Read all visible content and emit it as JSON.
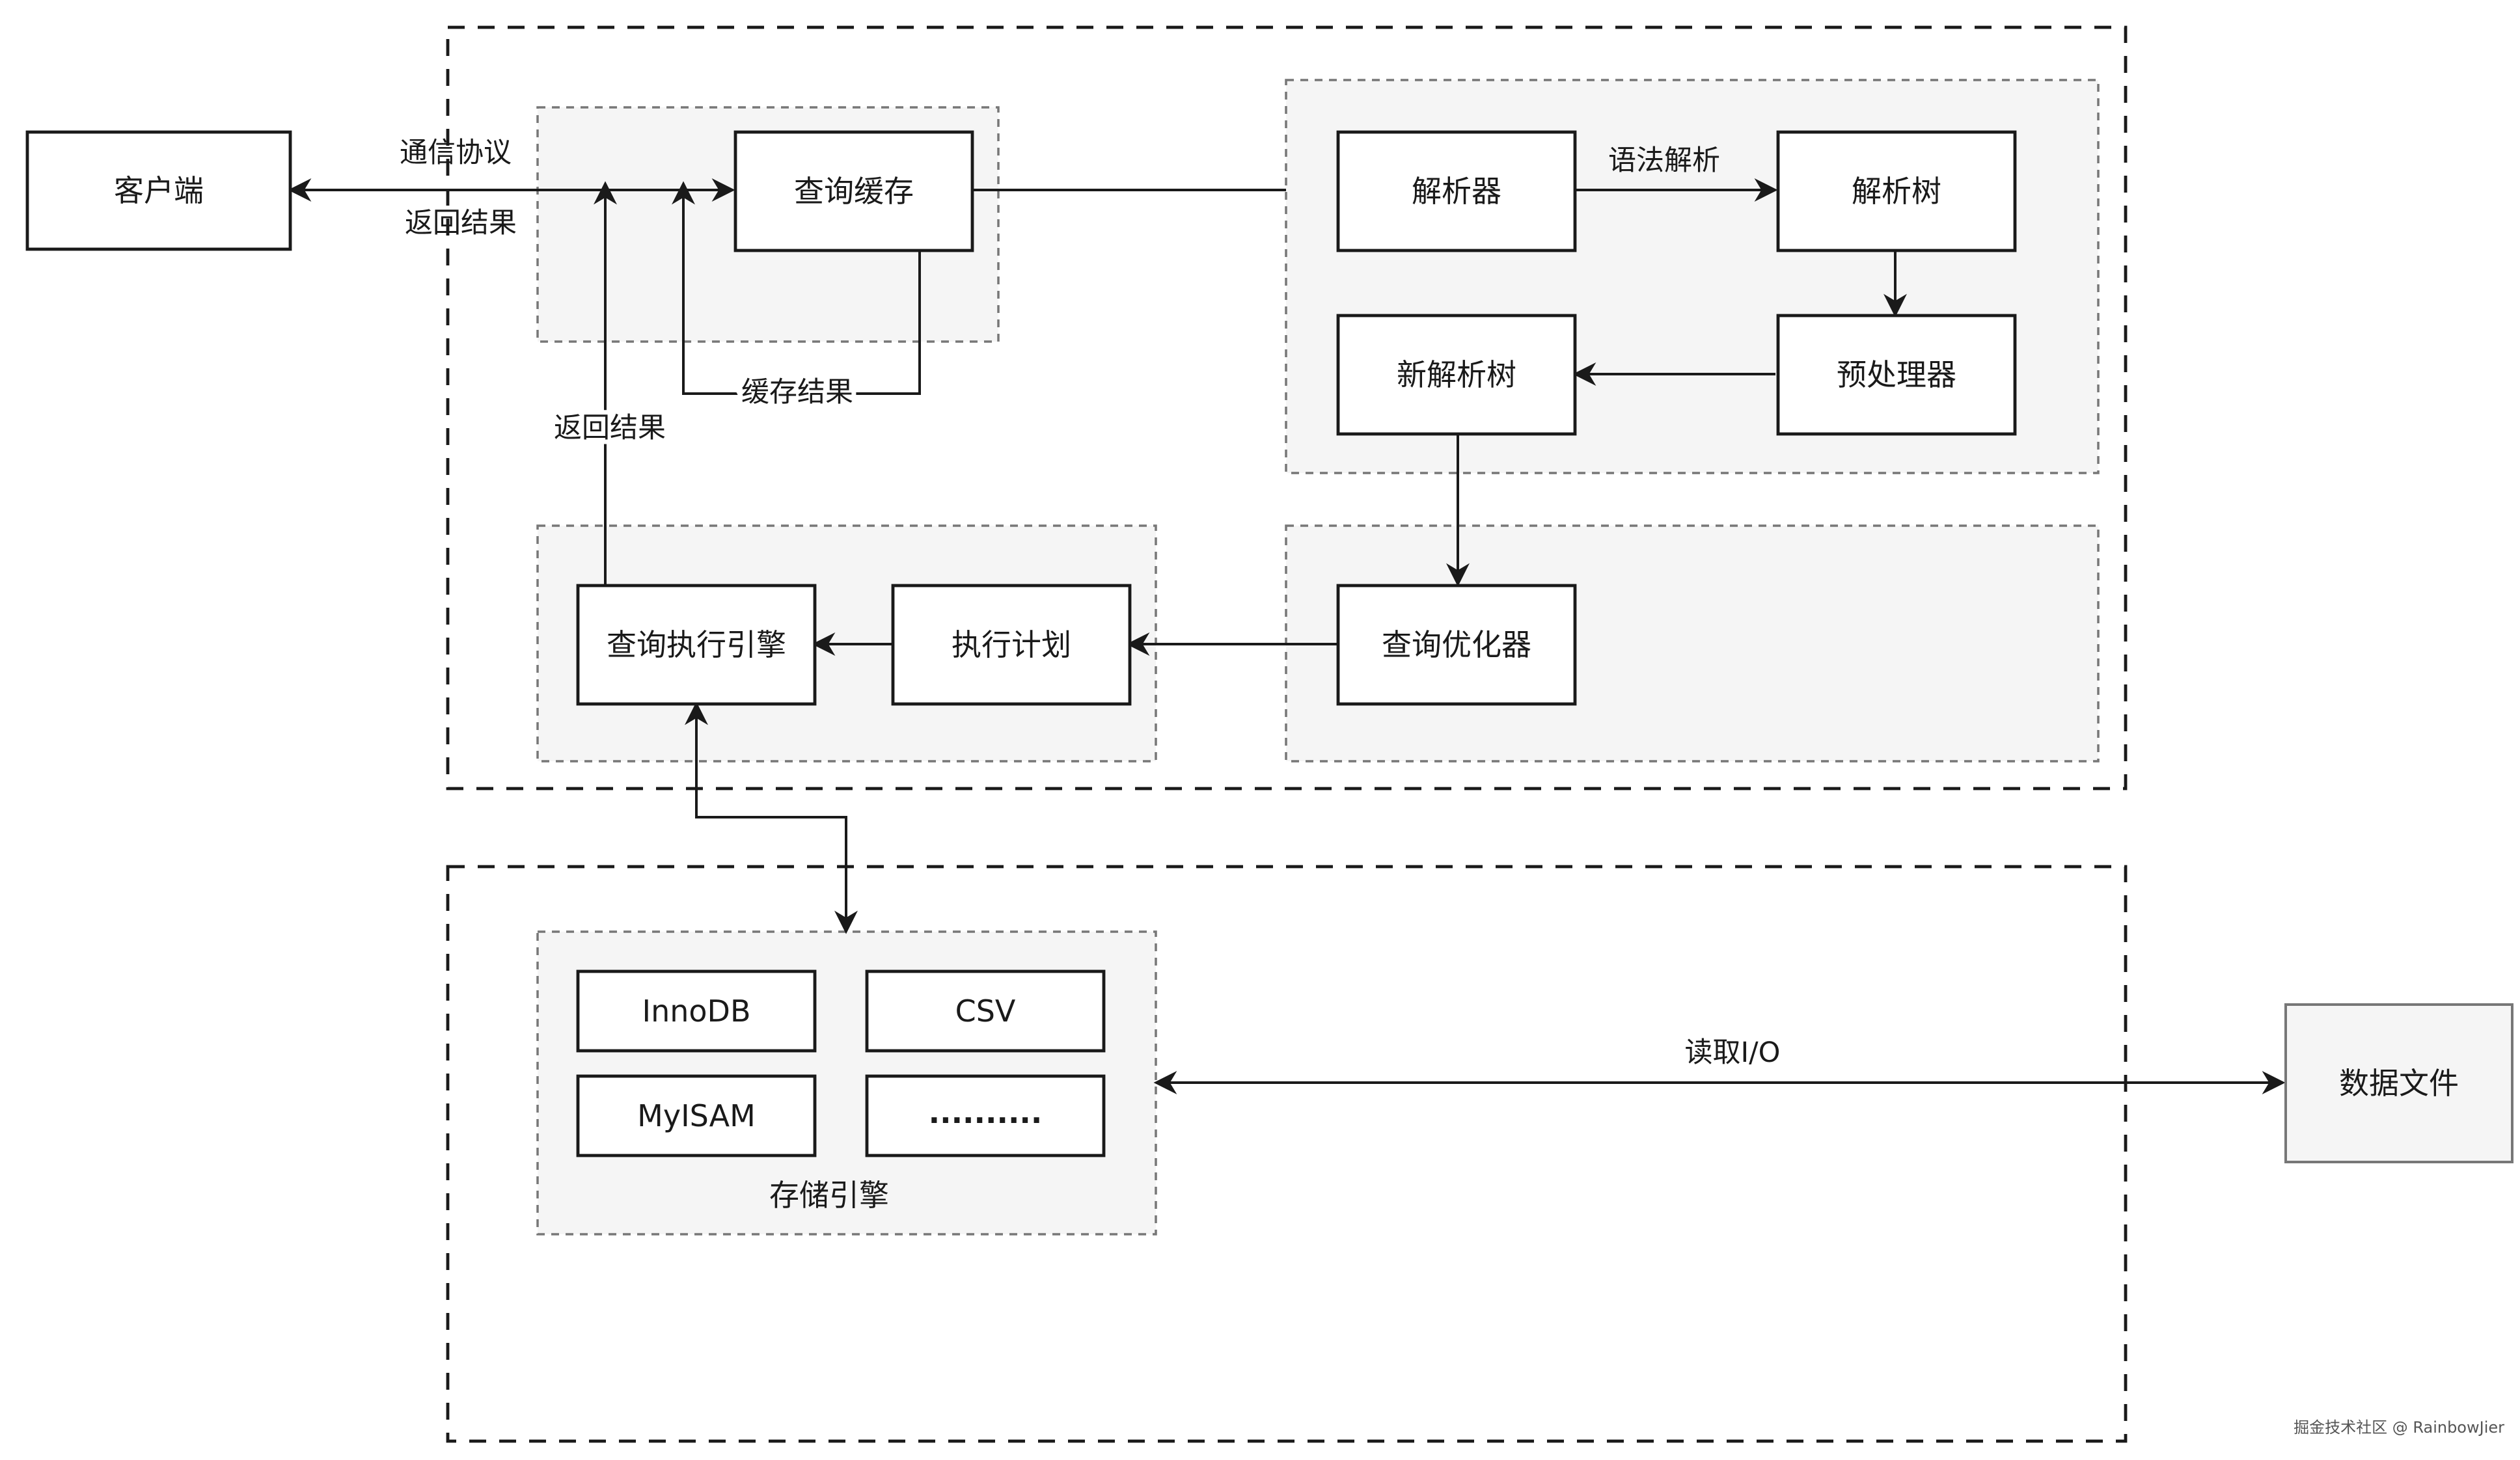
{
  "nodes": {
    "client": "客户端",
    "query_cache": "查询缓存",
    "parser": "解析器",
    "parse_tree": "解析树",
    "new_parse_tree": "新解析树",
    "preprocessor": "预处理器",
    "query_optimizer": "查询优化器",
    "execution_plan": "执行计划",
    "query_execution_engine": "查询执行引擎",
    "data_files": "数据文件"
  },
  "storage_engines": {
    "title": "存储引擎",
    "items": [
      "InnoDB",
      "CSV",
      "MyISAM",
      ".........."
    ]
  },
  "edge_labels": {
    "protocol": "通信协议",
    "return_result_top": "返回结果",
    "cache_result": "缓存结果",
    "return_result_engine": "返回结果",
    "syntax_parsing": "语法解析",
    "read_io": "读取I/O"
  },
  "watermark": "掘金技术社区 @ RainbowJier"
}
